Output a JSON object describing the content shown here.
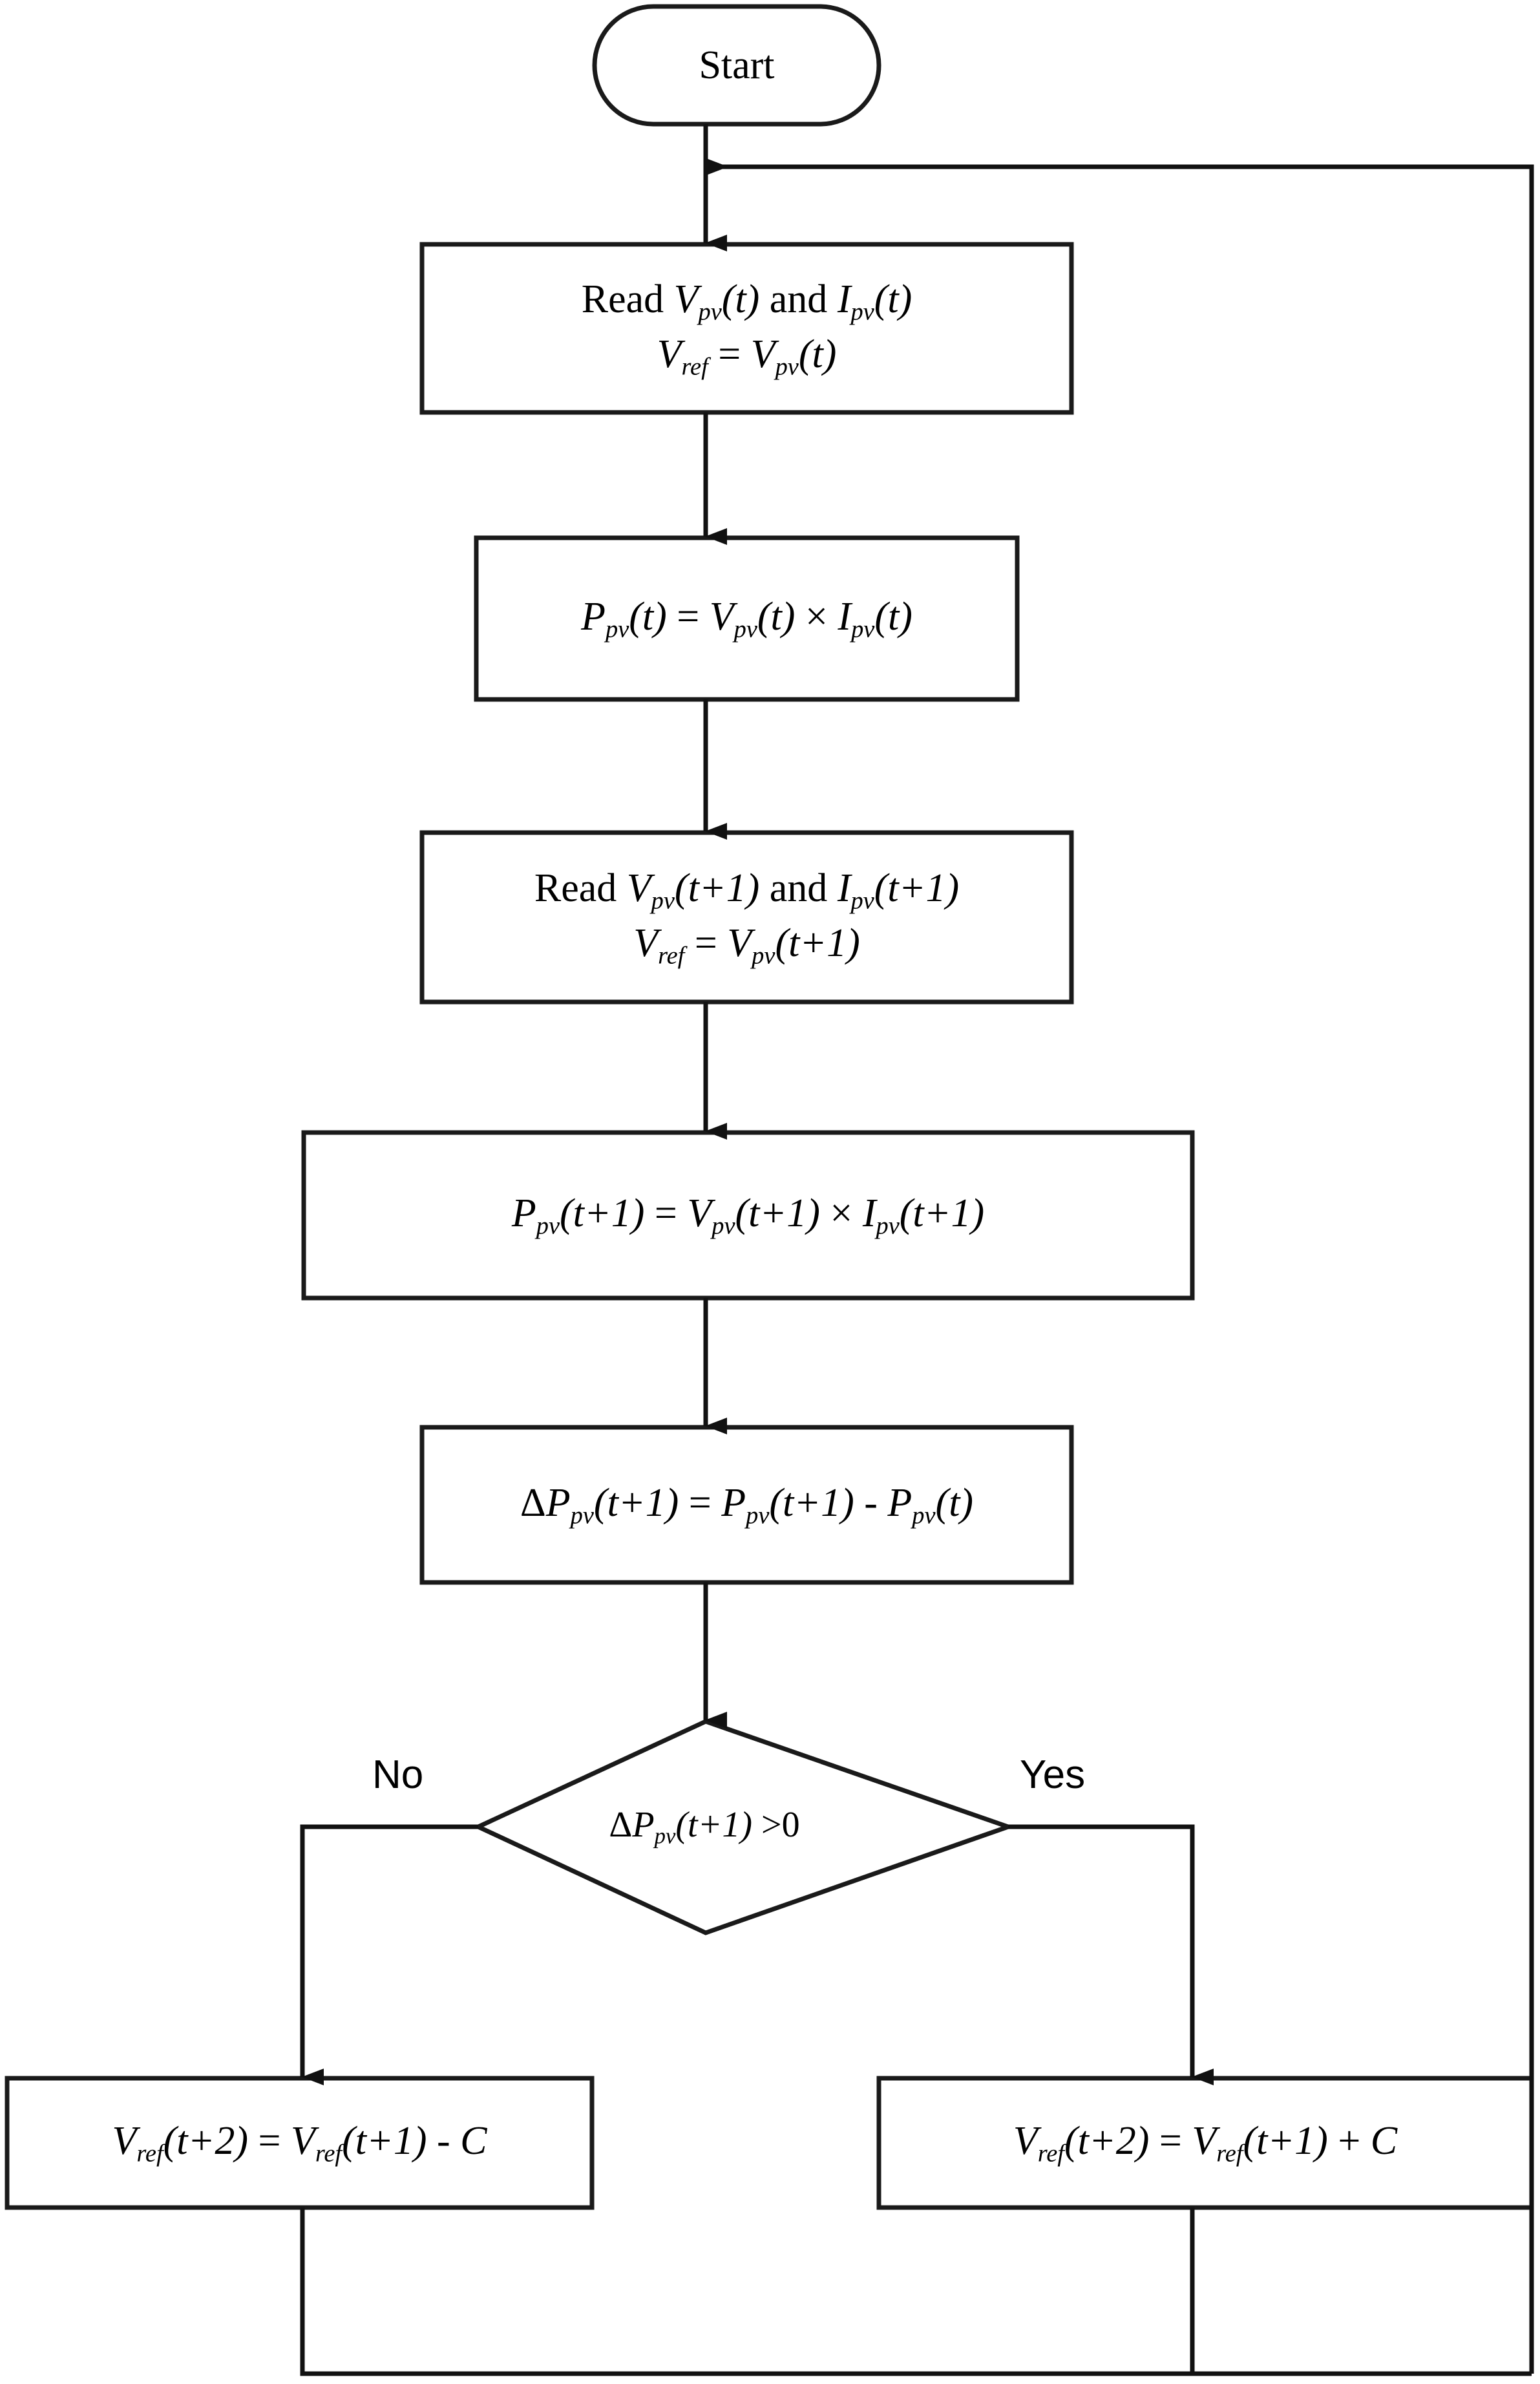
{
  "diagram": {
    "title": "Perturb and Observe MPPT algorithm flowchart",
    "background_color": "#ffffff",
    "stroke_color": "#1a1a1a",
    "nodes": {
      "start": {
        "shape": "terminator",
        "label": "Start"
      },
      "read_t": {
        "shape": "process",
        "line1_pre": "Read ",
        "line1_v": "V",
        "line1_v_sub": "pv",
        "line1_v_arg": "(t)",
        "line1_mid": " and ",
        "line1_i": "I",
        "line1_i_sub": "pv",
        "line1_i_arg": "(t)",
        "line2_v": "V",
        "line2_v_sub": "ref",
        "line2_eq": " = ",
        "line2_r": "V",
        "line2_r_sub": "pv",
        "line2_r_arg": "(t)",
        "text": "Read V_pv(t) and I_pv(t) / V_ref = V_pv(t)"
      },
      "power_t": {
        "shape": "process",
        "p": "P",
        "p_sub": "pv",
        "p_arg": "(t)",
        "eq": " = ",
        "v": "V",
        "v_sub": "pv",
        "v_arg": "(t)",
        "times": " × ",
        "i": "I",
        "i_sub": "pv",
        "i_arg": "(t)",
        "text": "P_pv(t) = V_pv(t) × I_pv(t)"
      },
      "read_t1": {
        "shape": "process",
        "line1_pre": "Read ",
        "line1_v": "V",
        "line1_v_sub": "pv",
        "line1_v_arg": "(t+1)",
        "line1_mid": " and  ",
        "line1_i": "I",
        "line1_i_sub": "pv",
        "line1_i_arg": "(t+1)",
        "line2_v": "V",
        "line2_v_sub": "ref",
        "line2_eq": " = ",
        "line2_r": "V",
        "line2_r_sub": "pv",
        "line2_r_arg": "(t+1)",
        "text": "Read V_pv(t+1) and I_pv(t+1) / V_ref = V_pv(t+1)"
      },
      "power_t1": {
        "shape": "process",
        "p": "P",
        "p_sub": "pv",
        "p_arg": "(t+1)",
        "eq": " = ",
        "v": "V",
        "v_sub": "pv",
        "v_arg": "(t+1)",
        "times": " × ",
        "i": "I",
        "i_sub": "pv",
        "i_arg": "(t+1)",
        "text": "P_pv(t+1) = V_pv(t+1) × I_pv(t+1)"
      },
      "delta_power": {
        "shape": "process",
        "delta": "Δ",
        "p": "P",
        "p_sub": "pv",
        "p_arg": "(t+1)",
        "eq": " = ",
        "p2": "P",
        "p2_sub": "pv",
        "p2_arg": "(t+1)",
        "minus": " - ",
        "p3": "P",
        "p3_sub": "pv",
        "p3_arg": "(t)",
        "text": "ΔP_pv(t+1) = P_pv(t+1) - P_pv(t)"
      },
      "decision": {
        "shape": "decision",
        "delta": "Δ",
        "p": "P",
        "p_sub": "pv",
        "p_arg": "(t+1)",
        "cmp": " >0",
        "text": "ΔP_pv(t+1) >0"
      },
      "vref_minus": {
        "shape": "process",
        "v": "V",
        "v_sub": "ref",
        "v_arg": "(t+2)",
        "eq": " = ",
        "r": "V",
        "r_sub": "ref",
        "r_arg": "(t+1)",
        "op": " - ",
        "c": "C",
        "text": "V_ref(t+2) = V_ref(t+1) - C"
      },
      "vref_plus": {
        "shape": "process",
        "v": "V",
        "v_sub": "ref",
        "v_arg": "(t+2)",
        "eq": " = ",
        "r": "V",
        "r_sub": "ref",
        "r_arg": "(t+1)",
        "op": " + ",
        "c": "C",
        "text": "V_ref(t+2) = V_ref(t+1) + C"
      }
    },
    "edges": {
      "no_label": "No",
      "yes_label": "Yes",
      "feedback": "loop back to Read V_pv(t)"
    }
  }
}
